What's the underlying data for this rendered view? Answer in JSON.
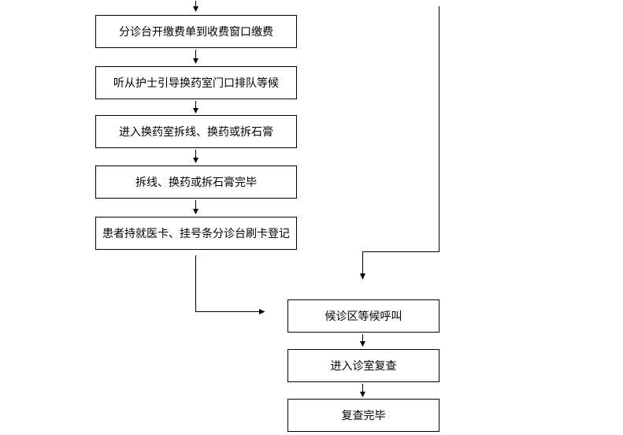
{
  "diagram": {
    "type": "flowchart",
    "background_color": "#ffffff",
    "line_color": "#000000",
    "nodes": [
      {
        "id": "n1",
        "label": "分诊台开缴费单到收费窗口缴费"
      },
      {
        "id": "n2",
        "label": "听从护士引导换药室门口排队等候"
      },
      {
        "id": "n3",
        "label": "进入换药室拆线、换药或拆石膏"
      },
      {
        "id": "n4",
        "label": "拆线、换药或拆石膏完毕"
      },
      {
        "id": "n5",
        "label": "患者持就医卡、挂号条分诊台刷卡登记"
      },
      {
        "id": "n6",
        "label": "候诊区等候呼叫"
      },
      {
        "id": "n7",
        "label": "进入诊室复查"
      },
      {
        "id": "n8",
        "label": "复查完毕"
      }
    ],
    "edges": [
      {
        "from": "top",
        "to": "n1",
        "style": "arrow-down"
      },
      {
        "from": "n1",
        "to": "n2",
        "style": "arrow-down"
      },
      {
        "from": "n2",
        "to": "n3",
        "style": "arrow-down"
      },
      {
        "from": "n3",
        "to": "n4",
        "style": "arrow-down"
      },
      {
        "from": "n4",
        "to": "n5",
        "style": "arrow-down"
      },
      {
        "from": "n5",
        "to": "n6",
        "style": "elbow-right-arrow"
      },
      {
        "from": "top-right",
        "to": "n6",
        "style": "elbow-down-arrow"
      },
      {
        "from": "n6",
        "to": "n7",
        "style": "arrow-down"
      },
      {
        "from": "n7",
        "to": "n8",
        "style": "arrow-down"
      }
    ]
  }
}
